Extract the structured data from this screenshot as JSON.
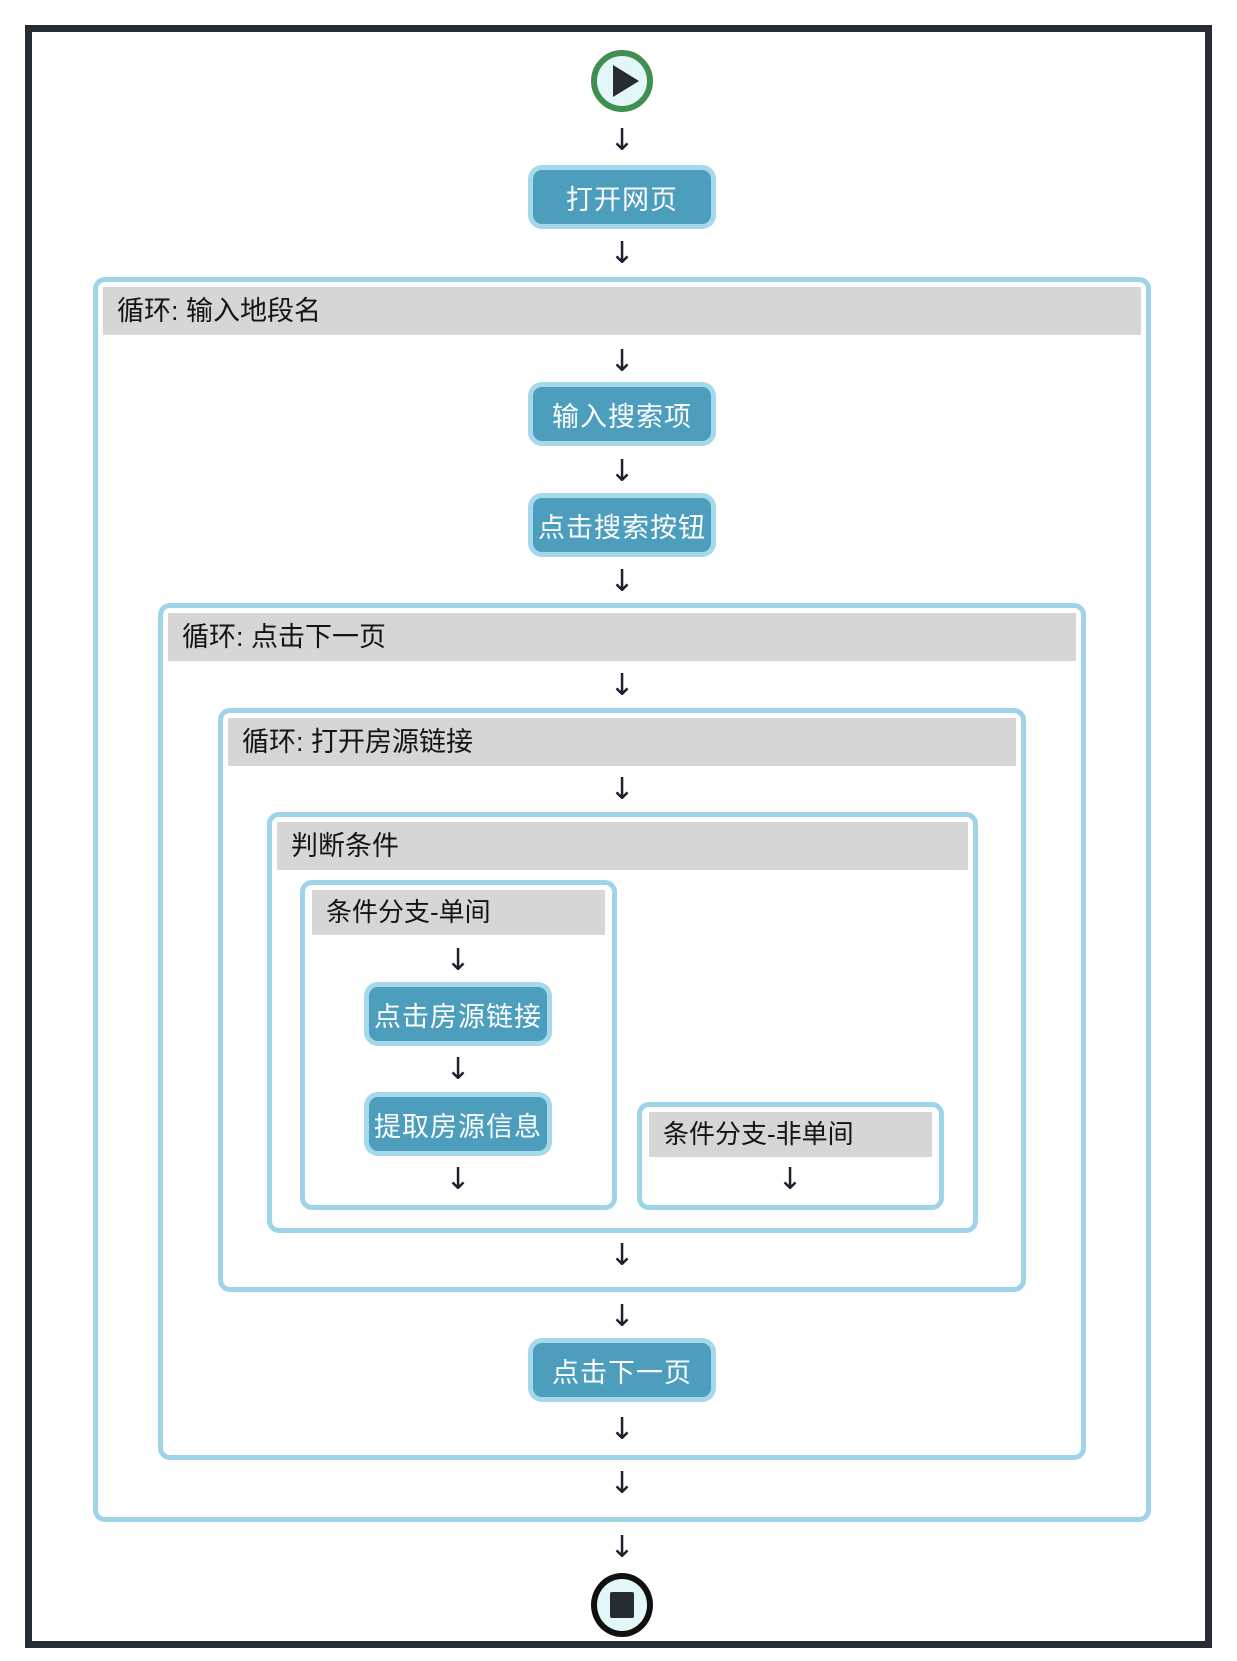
{
  "glyphs": {
    "down_arrow": "↓"
  },
  "colors": {
    "frame_border": "#272c34",
    "container_border": "#9fd3ea",
    "header_bg": "#d6d6d6",
    "header_text": "#141414",
    "button_bg": "#4d9ebd",
    "button_border": "#a5d8ea",
    "button_text": "#fdfeff",
    "start_ring": "#3e8f50",
    "end_ring": "#101010",
    "terminal_fill": "#e3f6f8",
    "arrow": "#1c2130"
  },
  "flow": {
    "start_icon": "start-play",
    "end_icon": "end-stop",
    "steps": {
      "open_webpage": "打开网页",
      "input_search_term": "输入搜索项",
      "click_search_button": "点击搜索按钮",
      "click_listing_link": "点击房源链接",
      "extract_listing_info": "提取房源信息",
      "click_next_page": "点击下一页"
    },
    "loops": {
      "input_location": "循环: 输入地段名",
      "click_next_page": "循环: 点击下一页",
      "open_listing_links": "循环: 打开房源链接"
    },
    "condition": {
      "title": "判断条件",
      "branch_single_room": "条件分支-单间",
      "branch_not_single_room": "条件分支-非单间"
    }
  }
}
